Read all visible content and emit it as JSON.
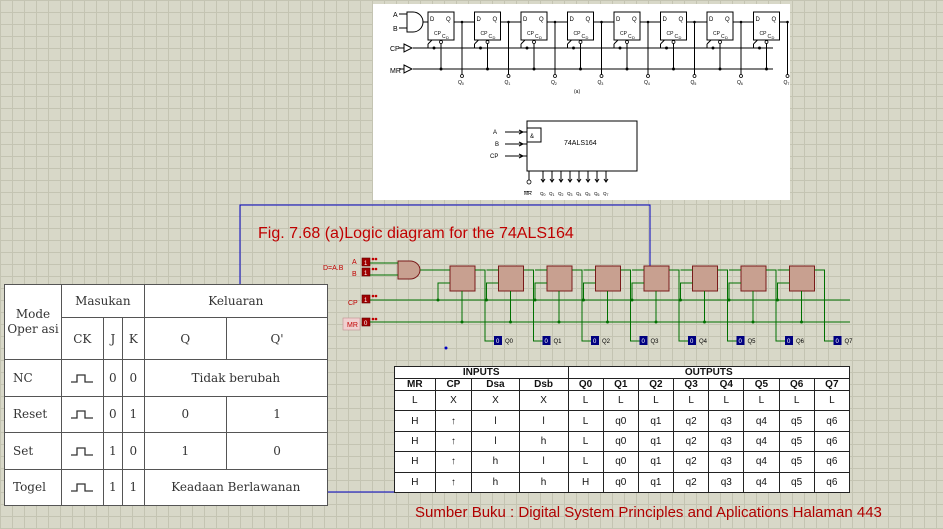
{
  "figure": {
    "inputs": [
      "A",
      "B",
      "CP",
      "MR"
    ],
    "flipflop": {
      "d": "D",
      "q": "Q",
      "cp": "CP",
      "cd": "C",
      "cd_sub": "D"
    },
    "outputs": [
      "Q",
      "Q",
      "Q",
      "Q",
      "Q",
      "Q",
      "Q",
      "Q"
    ],
    "output_subs": [
      "0",
      "1",
      "2",
      "3",
      "4",
      "5",
      "6",
      "7"
    ],
    "panel_label": "(a)",
    "chip": {
      "name": "74ALS164",
      "and_symbol": "&",
      "inputs": [
        "A",
        "B",
        "CP"
      ],
      "mr": "MR",
      "outputs": [
        "Q",
        "Q",
        "Q",
        "Q",
        "Q",
        "Q",
        "Q",
        "Q"
      ],
      "output_subs": [
        "0",
        "1",
        "2",
        "3",
        "4",
        "5",
        "6",
        "7"
      ]
    }
  },
  "caption": "Fig. 7.68 (a)Logic diagram for the 74ALS164",
  "sim": {
    "input_labels": [
      "D=A.B",
      "A",
      "B",
      "CP",
      "MR"
    ],
    "probe_values": [
      "0",
      "0",
      "0",
      "0",
      "0",
      "0",
      "0",
      "0"
    ],
    "outputs": [
      "Q0",
      "Q1",
      "Q2",
      "Q3",
      "Q4",
      "Q5",
      "Q6",
      "Q7"
    ],
    "colors": {
      "wire": "#007000",
      "ff_fill": "#c8a090",
      "ff_border": "#7a1a1a",
      "gate_fill": "#c8a090",
      "probe_fill": "#000080",
      "accent": "#c00000",
      "line": "#0000c0"
    }
  },
  "mode_table": {
    "header_mode": "Mode Oper asi",
    "header_inputs": "Masukan",
    "header_outputs": "Keluaran",
    "subheaders": [
      "CK",
      "J",
      "K",
      "Q",
      "Q'"
    ],
    "rows": [
      {
        "mode": "NC",
        "j": "0",
        "k": "0",
        "out": "Tidak berubah"
      },
      {
        "mode": "Reset",
        "j": "0",
        "k": "1",
        "q": "0",
        "qn": "1"
      },
      {
        "mode": "Set",
        "j": "1",
        "k": "0",
        "q": "1",
        "qn": "0"
      },
      {
        "mode": "Togel",
        "j": "1",
        "k": "1",
        "out": "Keadaan Berlawanan"
      }
    ]
  },
  "truth_table": {
    "group_inputs": "INPUTS",
    "group_outputs": "OUTPUTS",
    "headers": [
      "MR",
      "CP",
      "Dsa",
      "Dsb",
      "Q0",
      "Q1",
      "Q2",
      "Q3",
      "Q4",
      "Q5",
      "Q6",
      "Q7"
    ],
    "rows": [
      [
        "L",
        "X",
        "X",
        "X",
        "L",
        "L",
        "L",
        "L",
        "L",
        "L",
        "L",
        "L"
      ],
      [
        "H",
        "↑",
        "l",
        "l",
        "L",
        "q0",
        "q1",
        "q2",
        "q3",
        "q4",
        "q5",
        "q6"
      ],
      [
        "H",
        "↑",
        "l",
        "h",
        "L",
        "q0",
        "q1",
        "q2",
        "q3",
        "q4",
        "q5",
        "q6"
      ],
      [
        "H",
        "↑",
        "h",
        "l",
        "L",
        "q0",
        "q1",
        "q2",
        "q3",
        "q4",
        "q5",
        "q6"
      ],
      [
        "H",
        "↑",
        "h",
        "h",
        "H",
        "q0",
        "q1",
        "q2",
        "q3",
        "q4",
        "q5",
        "q6"
      ]
    ]
  },
  "source": "Sumber Buku : Digital System Principles and Aplications Halaman 443"
}
